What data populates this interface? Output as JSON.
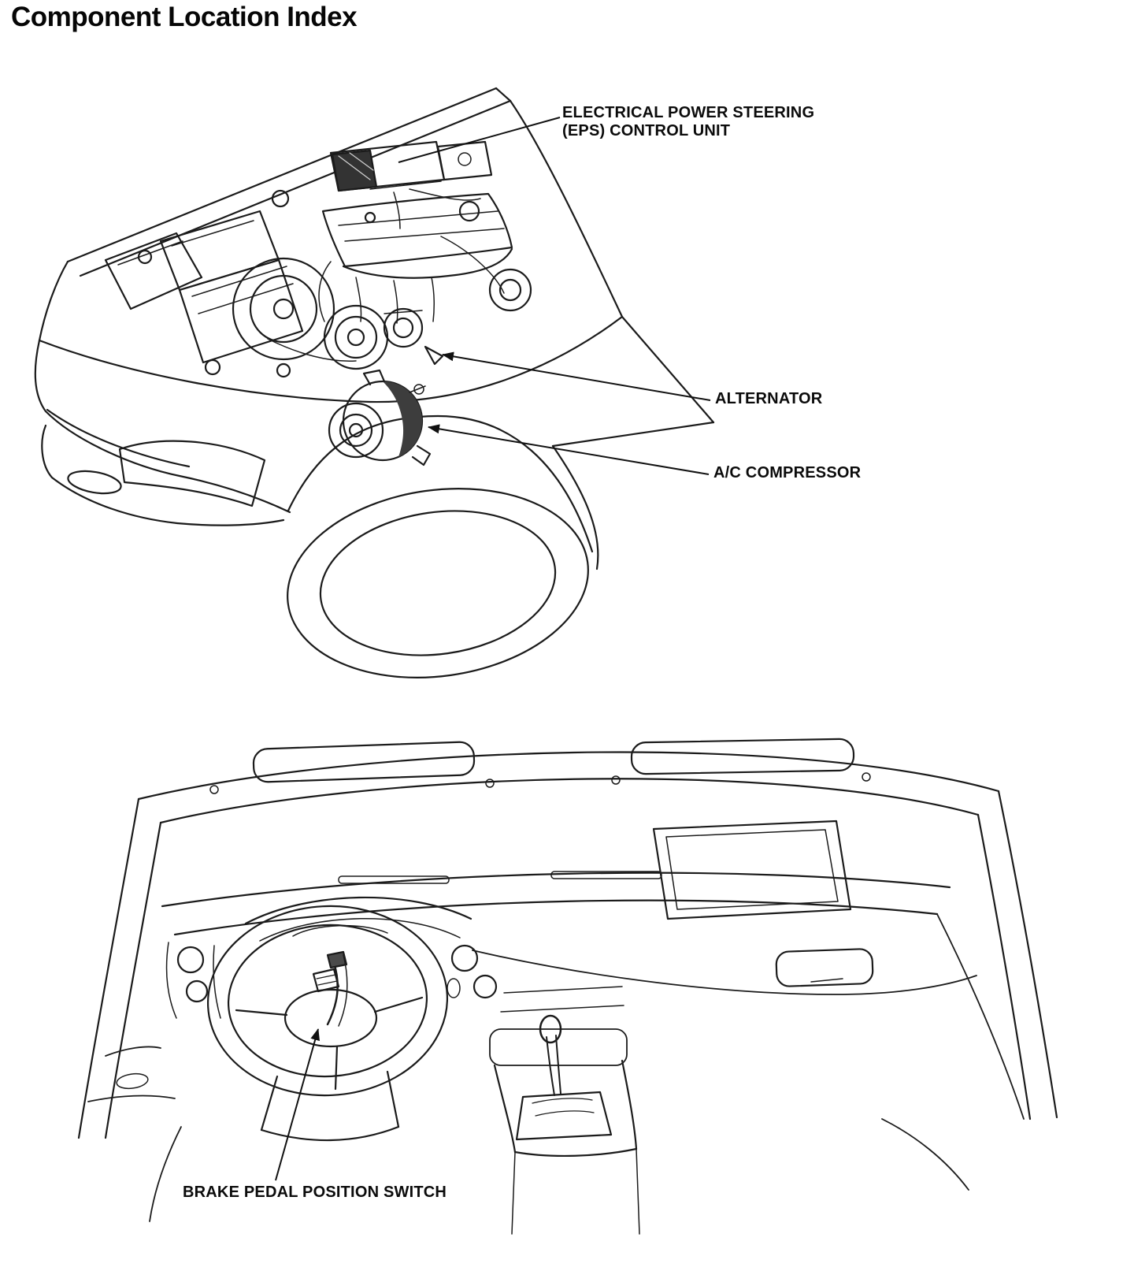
{
  "title": "Component Location Index",
  "labels": {
    "eps_line1": "ELECTRICAL POWER STEERING",
    "eps_line2": "(EPS) CONTROL UNIT",
    "alternator": "ALTERNATOR",
    "ac_compressor": "A/C COMPRESSOR",
    "brake_pedal": "BRAKE PEDAL POSITION SWITCH"
  },
  "colors": {
    "ink": "#1b1b1b",
    "paper": "#ffffff"
  }
}
